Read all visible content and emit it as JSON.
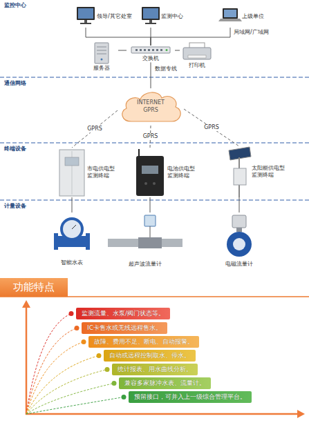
{
  "diagram": {
    "nodes": [
      {
        "text": [
          "领导/其它处室"
        ]
      },
      {
        "text": [
          "监测中心"
        ]
      },
      {
        "text": [
          "上级单位"
        ]
      },
      {
        "text": [
          "服务器"
        ]
      },
      {
        "text": [
          "交换机"
        ]
      },
      {
        "text": [
          "打印机"
        ]
      },
      {
        "text": [
          "INTERNET GPRS"
        ]
      },
      {
        "text": [
          "市电供电型 监测终端"
        ]
      },
      {
        "text": [
          "电池供电型 监测终端"
        ]
      },
      {
        "text": [
          "太阳能供电型 监测终端"
        ]
      },
      {
        "text": [
          "智能水表"
        ]
      },
      {
        "text": [
          "超声波流量计"
        ]
      },
      {
        "text": [
          "电磁流量计"
        ]
      },
      {
        "text": [
          "监测流量、水泵/阀门状态等。"
        ]
      },
      {
        "text": [
          "IC卡售水或无线远程售水。"
        ]
      },
      {
        "text": [
          "故障、费用不足、断电、自动报警。"
        ]
      },
      {
        "text": [
          "自动或远程控制取水、停水。"
        ]
      },
      {
        "text": [
          "统计报表、用水曲线分析。"
        ]
      },
      {
        "text": [
          "兼容多家脉冲水表、流量计。"
        ]
      },
      {
        "text": [
          "预留接口，可并入上一级综合管理平台。"
        ]
      }
    ],
    "edges": [
      {
        "from": 0,
        "to": 4,
        "arrow": "none"
      },
      {
        "from": 1,
        "to": 4,
        "arrow": "none"
      },
      {
        "from": 2,
        "to": 4,
        "arrow": "none"
      },
      {
        "from": 3,
        "to": 4,
        "arrow": "none"
      },
      {
        "from": 4,
        "to": 5,
        "arrow": "none"
      },
      {
        "from": 4,
        "to": 6,
        "label": "数据专线",
        "arrow": "none"
      },
      {
        "from": 6,
        "to": 7,
        "label": "GPRS",
        "arrow": "none"
      },
      {
        "from": 6,
        "to": 8,
        "label": "GPRS",
        "arrow": "none"
      },
      {
        "from": 6,
        "to": 9,
        "label": "GPRS",
        "arrow": "none"
      },
      {
        "from": 7,
        "to": 10,
        "arrow": "none"
      },
      {
        "from": 8,
        "to": 11,
        "arrow": "none"
      },
      {
        "from": 9,
        "to": 12,
        "arrow": "none"
      }
    ],
    "labels": [
      "监控中心",
      "局域网/广域网",
      "通信网络",
      "终端设备",
      "计量设备",
      "功能特点"
    ]
  }
}
